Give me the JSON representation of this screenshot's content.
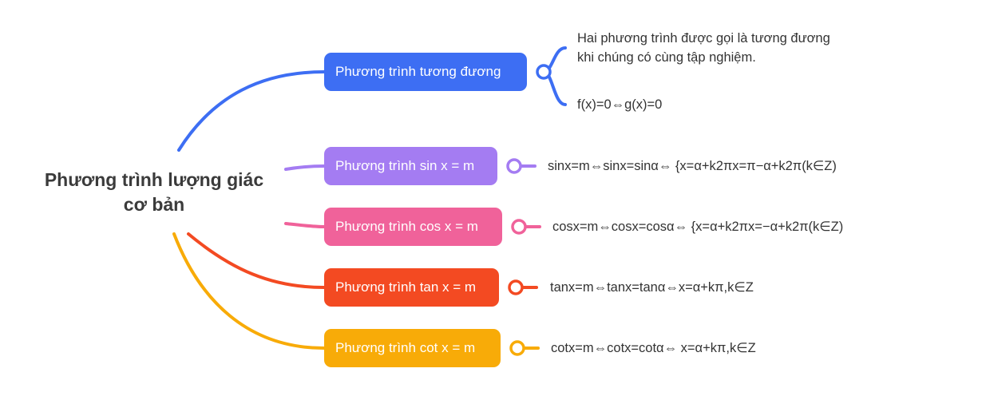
{
  "root": {
    "line1": "Phương trình lượng giác",
    "line2": "cơ bản"
  },
  "colors": {
    "blue": "#3d6ef3",
    "purple": "#a47cf2",
    "pink": "#f0629a",
    "red": "#f34a22",
    "orange": "#f8ab08"
  },
  "branches": [
    {
      "label": "Phương trình tương đương",
      "leaves": [
        "Hai phương trình được gọi là tương đương",
        "khi chúng có cùng tập nghiệm.",
        "f(x)=0⇔g(x)=0"
      ]
    },
    {
      "label": "Phương trình sin x = m",
      "leaves": [
        "sinx=m⇔sinx=sinα⇔ {x=α+k2πx=π−α+k2π(k∈Z)"
      ]
    },
    {
      "label": "Phương trình cos x = m",
      "leaves": [
        "cosx=m⇔cosx=cosα⇔ {x=α+k2πx=−α+k2π(k∈Z)"
      ]
    },
    {
      "label": "Phương trình tan x = m",
      "leaves": [
        "tanx=m⇔tanx=tanα⇔x=α+kπ,k∈Z"
      ]
    },
    {
      "label": "Phương trình cot x = m",
      "leaves": [
        "cotx=m⇔cotx=cotα⇔ x=α+kπ,k∈Z"
      ]
    }
  ]
}
